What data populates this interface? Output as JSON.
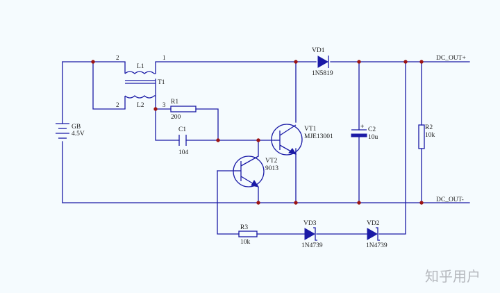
{
  "components": {
    "L1": {
      "ref": "L1",
      "pin": "2"
    },
    "L2": {
      "ref": "L2",
      "pin": "2"
    },
    "T1": {
      "ref": "T1",
      "pin_top": "1",
      "pin_bottom": "3"
    },
    "R1": {
      "ref": "R1",
      "value": "200"
    },
    "C1": {
      "ref": "C1",
      "value": "104"
    },
    "GB": {
      "ref": "GB",
      "value": "4.5V"
    },
    "VT1": {
      "ref": "VT1",
      "value": "MJE13001"
    },
    "VT2": {
      "ref": "VT2",
      "value": "9013"
    },
    "VD1": {
      "ref": "VD1",
      "value": "1N5819"
    },
    "C2": {
      "ref": "C2",
      "value": "10u",
      "polarity": "+"
    },
    "R2": {
      "ref": "R2",
      "value": "10k"
    },
    "R3": {
      "ref": "R3",
      "value": "10k"
    },
    "VD3": {
      "ref": "VD3",
      "value": "1N4739"
    },
    "VD2": {
      "ref": "VD2",
      "value": "1N4739"
    }
  },
  "ports": {
    "out_pos": "DC_OUT+",
    "out_neg": "DC_OUT-"
  },
  "watermark": "知乎用户",
  "colors": {
    "wire": "#1a1aa6",
    "junction": "#9c1414",
    "background": "#f5fbfe"
  }
}
